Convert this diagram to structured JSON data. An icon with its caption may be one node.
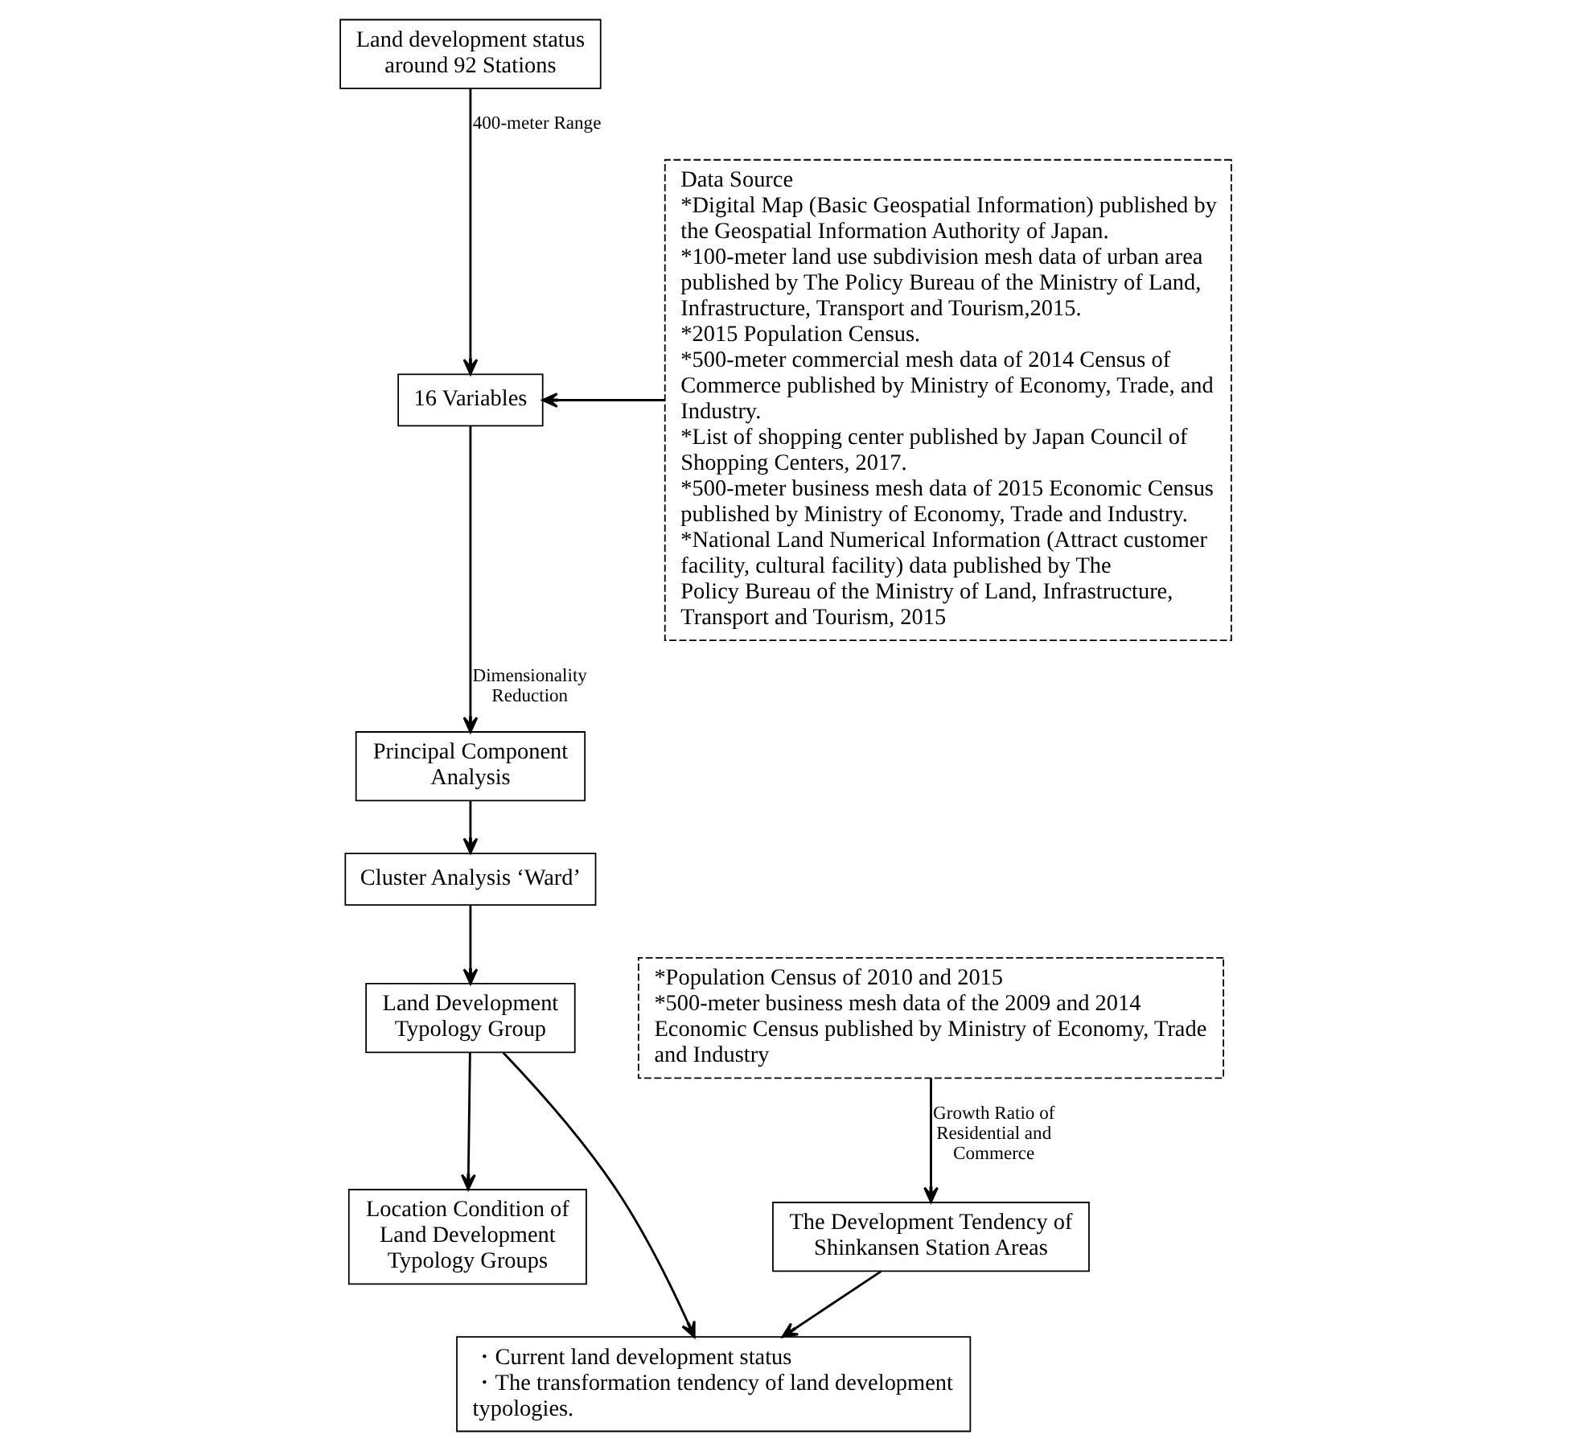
{
  "diagram": {
    "nodes": [
      {
        "text": [
          "Land development status around 92 Stations"
        ]
      },
      {
        "text": [
          "Data Source",
          "*Digital Map (Basic Geospatial Information) published by the Geospatial Information Authority of Japan.",
          "*100-meter land use subdivision mesh data of urban area published by The Policy Bureau of the Ministry of Land, Infrastructure, Transport and Tourism,2015.",
          "*2015 Population Census.",
          "*500-meter commercial mesh data of 2014 Census of Commerce published by Ministry of Economy, Trade, and Industry.",
          "*List of shopping center published by Japan Council of Shopping Centers, 2017.",
          "*500-meter business mesh data of 2015 Economic Census published by Ministry of Economy, Trade and Industry.",
          "*National Land Numerical Information (Attract customer facility, cultural facility) data published by The Policy Bureau of the Ministry of Land, Infrastructure, Transport and Tourism, 2015"
        ]
      },
      {
        "text": [
          "16 Variables"
        ]
      },
      {
        "text": [
          "Principal Component Analysis"
        ]
      },
      {
        "text": [
          "Cluster Analysis ‘Ward’"
        ]
      },
      {
        "text": [
          "Land Development Typology Group"
        ]
      },
      {
        "text": [
          "*Population Census of 2010 and 2015",
          "*500-meter business mesh data of the 2009 and 2014 Economic Census published by Ministry of Economy, Trade and Industry"
        ]
      },
      {
        "text": [
          "Location Condition of Land Development Typology Groups"
        ]
      },
      {
        "text": [
          "The Development Tendency of Shinkansen Station Areas"
        ]
      },
      {
        "text": [
          "・Current land development status",
          "・The transformation tendency of land development typologies."
        ]
      }
    ],
    "edges": [
      {
        "from": 0,
        "to": 2,
        "arrow": "to",
        "label": "400-meter Range"
      },
      {
        "from": 1,
        "to": 2,
        "arrow": "to"
      },
      {
        "from": 2,
        "to": 3,
        "arrow": "to",
        "label": "Dimensionality Reduction"
      },
      {
        "from": 3,
        "to": 4,
        "arrow": "to"
      },
      {
        "from": 4,
        "to": 5,
        "arrow": "to"
      },
      {
        "from": 5,
        "to": 7,
        "arrow": "to"
      },
      {
        "from": 5,
        "to": 9,
        "arrow": "to"
      },
      {
        "from": 6,
        "to": 8,
        "arrow": "to",
        "label": "Growth Ratio of Residential and Commerce"
      },
      {
        "from": 8,
        "to": 9,
        "arrow": "to"
      }
    ]
  }
}
